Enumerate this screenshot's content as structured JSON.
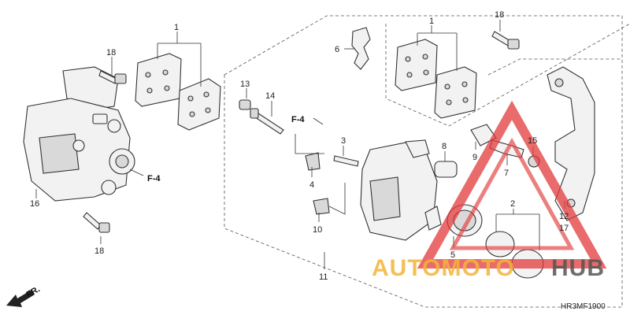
{
  "diagram": {
    "callouts": [
      "1",
      "1",
      "18",
      "18",
      "18",
      "6",
      "13",
      "14",
      "3",
      "4",
      "10",
      "11",
      "16",
      "8",
      "9",
      "7",
      "15",
      "2",
      "5",
      "12",
      "17"
    ],
    "frame_refs": [
      "F-4",
      "F-4"
    ],
    "front_marker": "FR.",
    "diagram_code": "HR3MF1900"
  },
  "watermark": {
    "part1": "AUTOMOTO",
    "part2": "HUB",
    "color1": "#f3b43a",
    "color2": "#555555",
    "triangle_color": "#e23a3a"
  }
}
